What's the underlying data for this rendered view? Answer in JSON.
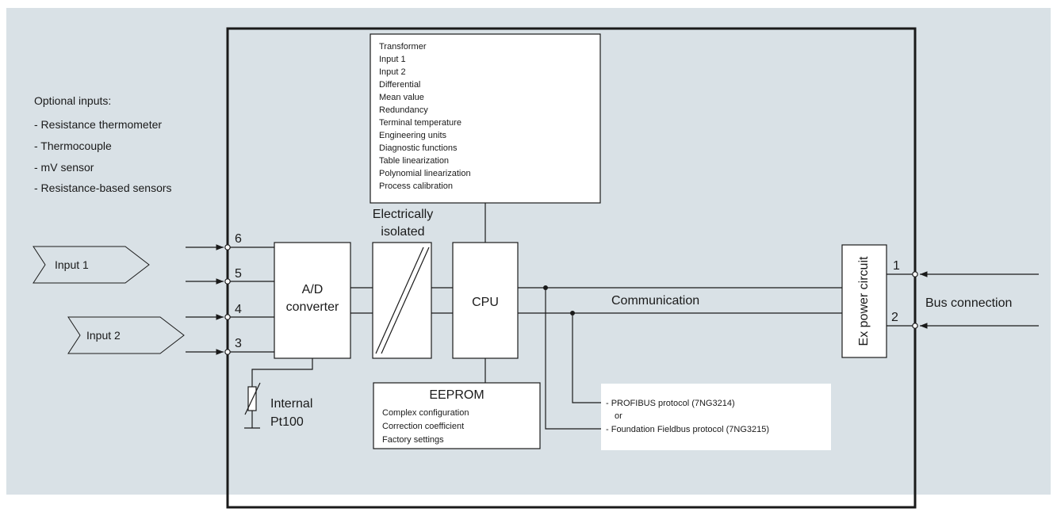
{
  "optional_inputs": {
    "heading": "Optional inputs:",
    "items": [
      "- Resistance thermometer",
      "- Thermocouple",
      "- mV sensor",
      "- Resistance-based sensors"
    ]
  },
  "inputs": {
    "input1": "Input 1",
    "input2": "Input  2"
  },
  "terminals": {
    "t6": "6",
    "t5": "5",
    "t4": "4",
    "t3": "3",
    "t1": "1",
    "t2": "2"
  },
  "adc": {
    "line1": "A/D",
    "line2": "converter"
  },
  "isolation": {
    "line1": "Electrically",
    "line2": "isolated"
  },
  "cpu": {
    "label": "CPU"
  },
  "functions": [
    "Transformer",
    "Input 1",
    "Input 2",
    "Differential",
    "Mean value",
    "Redundancy",
    "Terminal temperature",
    "Engineering units",
    "Diagnostic functions",
    "Table linearization",
    "Polynomial linearization",
    "Process calibration"
  ],
  "eeprom": {
    "title": "EEPROM",
    "items": [
      "Complex configuration",
      "Correction coefficient",
      "Factory settings"
    ]
  },
  "pt100": {
    "line1": "Internal",
    "line2": "Pt100"
  },
  "communication": {
    "label": "Communication"
  },
  "protocols": {
    "profibus": "- PROFIBUS protocol (7NG3214)",
    "or": "or",
    "fieldbus": "- Foundation Fieldbus protocol (7NG3215)"
  },
  "power": {
    "label": "Ex power circuit"
  },
  "bus": {
    "label": "Bus connection"
  },
  "colors": {
    "background": "#d9e1e6",
    "line": "#1a1a1a",
    "box": "#ffffff"
  }
}
